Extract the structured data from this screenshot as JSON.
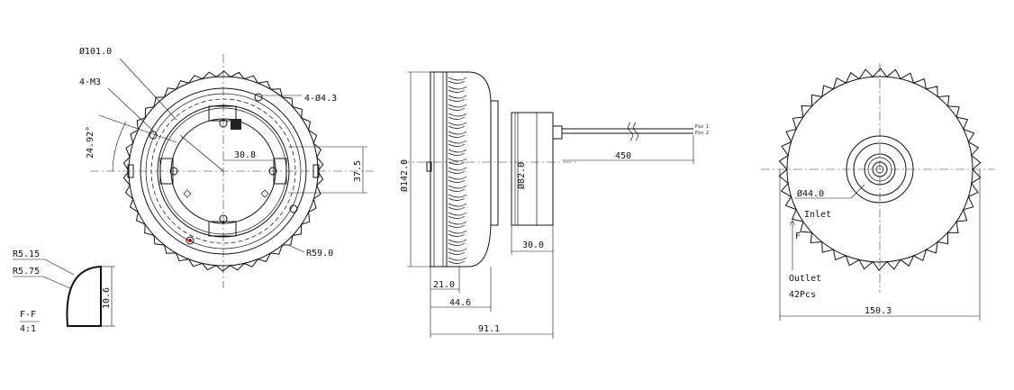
{
  "annotations": {
    "diam_101": "Ø101.0",
    "m3": "4-M3",
    "hole_43": "4-Ø4.3",
    "angle": "24.92°",
    "dim_30_8": "30.8",
    "dim_37_5": "37.5",
    "r59": "R59.0",
    "r515": "R5.15",
    "r575": "R5.75",
    "dim_10_6": "10.6",
    "section_label": "F-F",
    "section_scale": "4:1",
    "diam_142": "Ø142.0",
    "diam_82": "Ø82.0",
    "dim_30": "30.0",
    "dim_21": "21.0",
    "dim_44_6": "44.6",
    "dim_91_1": "91.1",
    "dim_450": "450",
    "pin1": "Pin 1",
    "pin2": "Pin 2",
    "diam_44": "Ø44.0",
    "inlet": "Inlet",
    "f_marker": "F",
    "outlet": "Outlet",
    "outlet_count": "42Pcs",
    "dim_150_3": "150.3"
  }
}
